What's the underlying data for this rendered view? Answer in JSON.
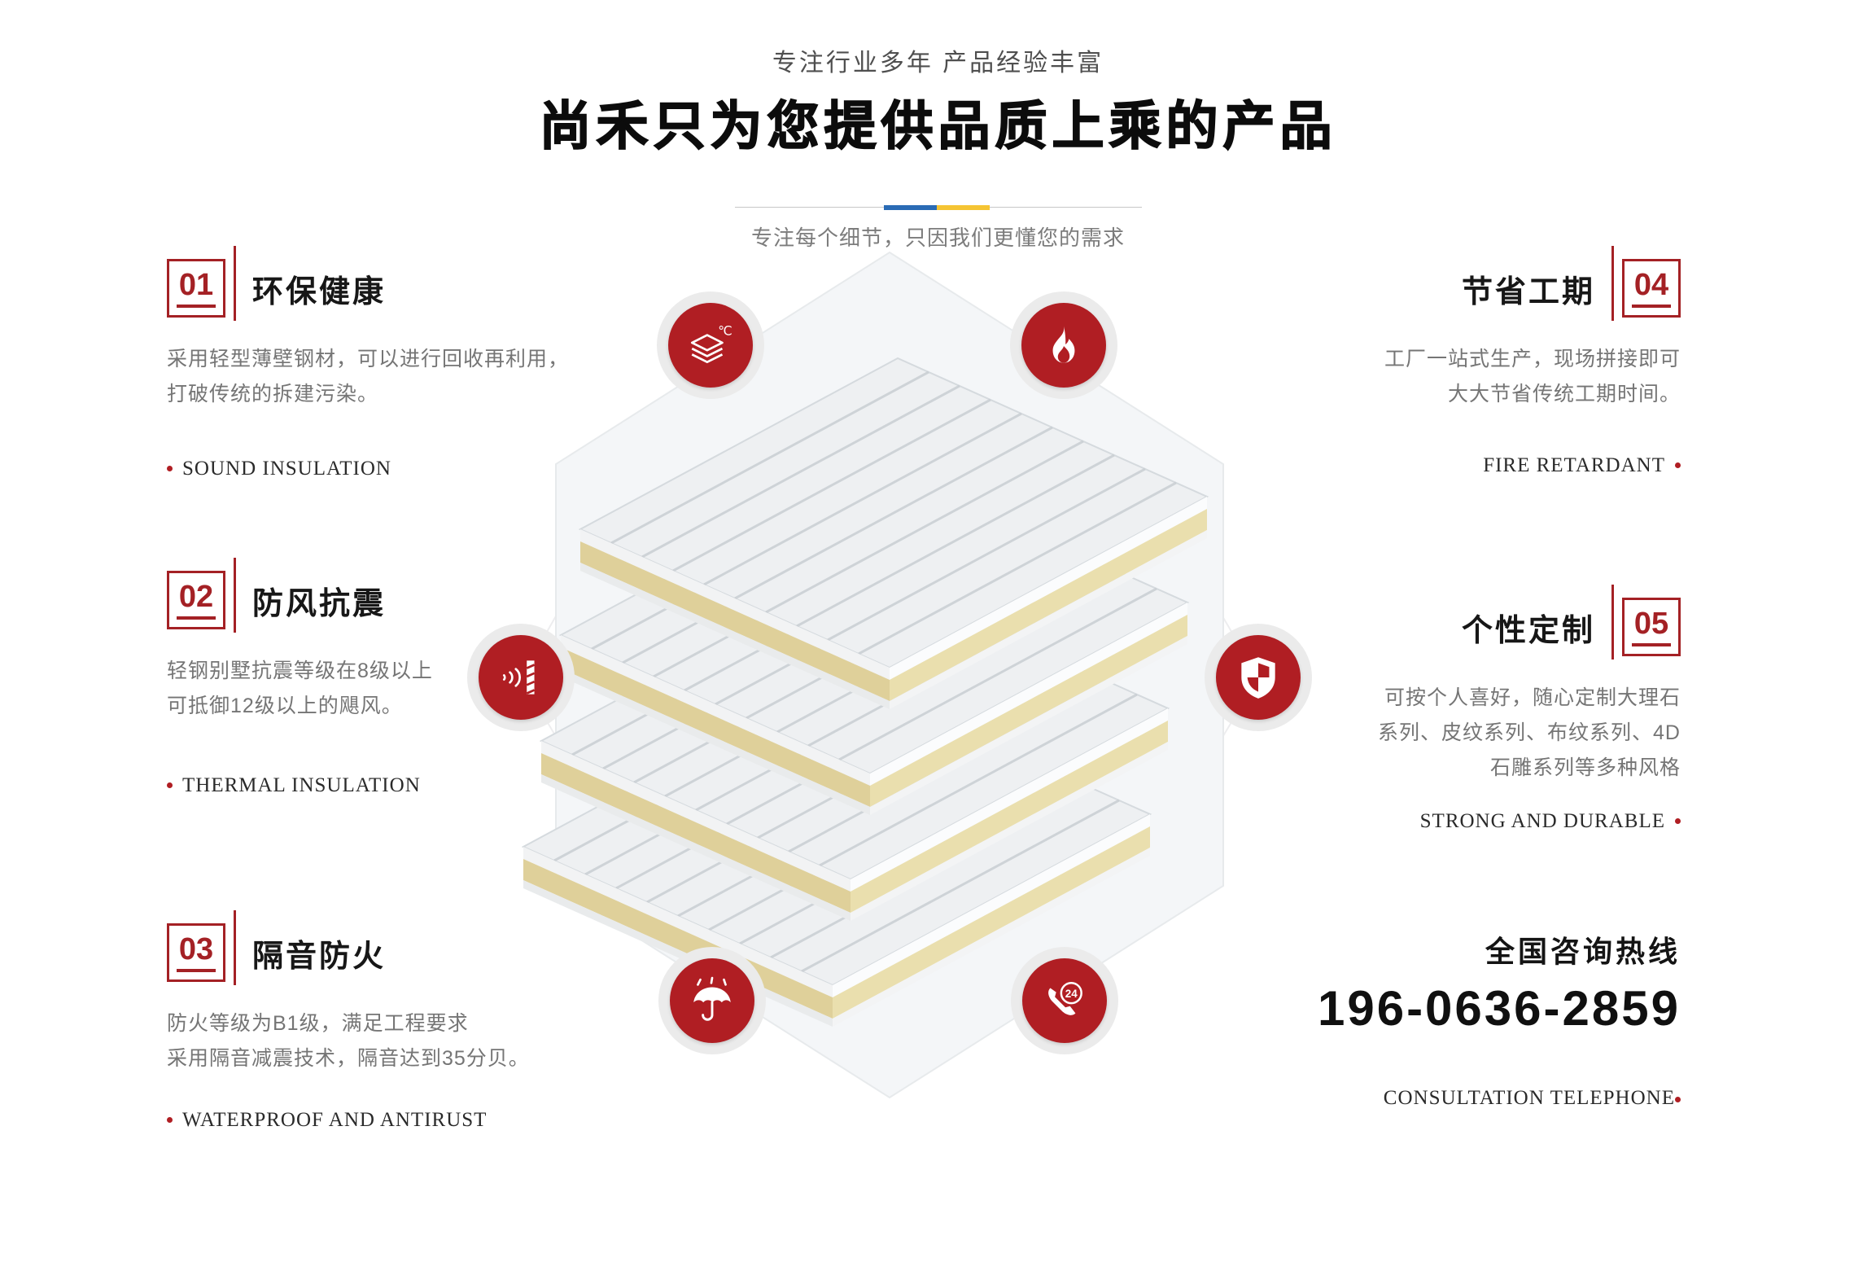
{
  "header": {
    "tagline": "专注行业多年 产品经验丰富",
    "title": "尚禾只为您提供品质上乘的产品",
    "subtitle": "专注每个细节，只因我们更懂您的需求"
  },
  "features": [
    {
      "num": "01",
      "title": "环保健康",
      "desc_lines": [
        "采用轻型薄壁钢材，可以进行回收再利用，",
        "打破传统的拆建污染。"
      ],
      "tag": "SOUND INSULATION",
      "icon": "thermal-layers-icon"
    },
    {
      "num": "02",
      "title": "防风抗震",
      "desc_lines": [
        "轻钢别墅抗震等级在8级以上",
        "可抵御12级以上的飓风。"
      ],
      "tag": "THERMAL INSULATION",
      "icon": "seismic-wave-icon"
    },
    {
      "num": "03",
      "title": "隔音防火",
      "desc_lines": [
        "防火等级为B1级，满足工程要求",
        "采用隔音减震技术，隔音达到35分贝。"
      ],
      "tag": "WATERPROOF AND ANTIRUST",
      "icon": "umbrella-rain-icon"
    },
    {
      "num": "04",
      "title": "节省工期",
      "desc_lines": [
        "工厂一站式生产，现场拼接即可",
        "大大节省传统工期时间。"
      ],
      "tag": "FIRE RETARDANT",
      "icon": "flame-icon"
    },
    {
      "num": "05",
      "title": "个性定制",
      "desc_lines": [
        "可按个人喜好，随心定制大理石",
        "系列、皮纹系列、布纹系列、4D",
        "石雕系列等多种风格"
      ],
      "tag": "STRONG AND DURABLE",
      "icon": "shield-icon"
    }
  ],
  "contact": {
    "label": "全国咨询热线",
    "phone": "196-0636-2859",
    "tag": "CONSULTATION TELEPHONE",
    "icon": "phone-24-icon"
  },
  "colors": {
    "accent_red": "#b01e23",
    "badge_red": "#a42125",
    "divider_blue": "#2a6bb5",
    "divider_yellow": "#f5c433",
    "hexagon_fill": "#f4f6f8",
    "panel_core_yellow": "#eadfae"
  }
}
